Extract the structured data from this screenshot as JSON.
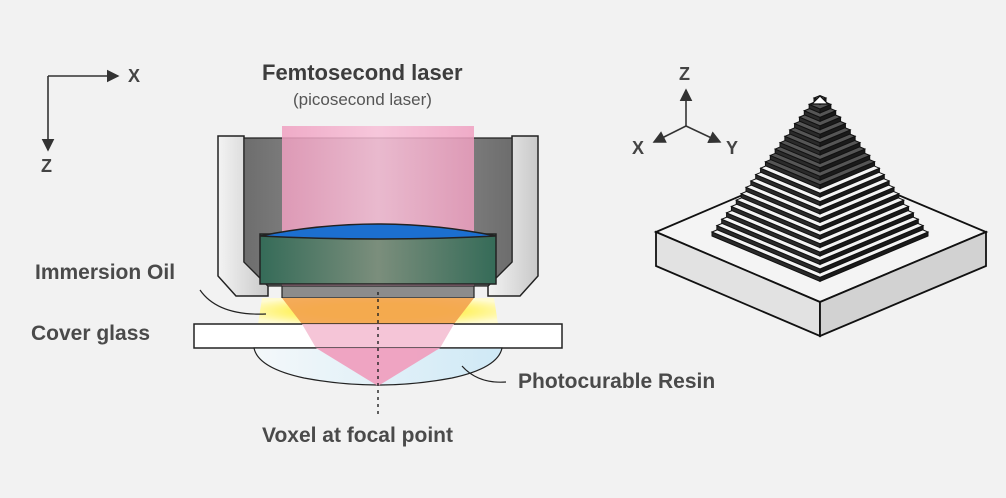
{
  "labels": {
    "laser_title": "Femtosecond laser",
    "laser_subtitle": "(picosecond laser)",
    "immersion_oil": "Immersion Oil",
    "cover_glass": "Cover glass",
    "photocurable_resin": "Photocurable Resin",
    "voxel": "Voxel at focal point"
  },
  "axes_2d": {
    "x": "X",
    "z": "Z"
  },
  "axes_3d": {
    "z": "Z",
    "x": "X",
    "y": "Y"
  },
  "colors": {
    "background": "#f2f2f2",
    "laser_beam": "#f2a9c9",
    "lens_top": "#1a6dc9",
    "lens_body": "#3f7a64",
    "oil": "#fff36a",
    "focus_cone": "#f2a35a",
    "resin": "#e4f3fb",
    "outline": "#222222"
  }
}
